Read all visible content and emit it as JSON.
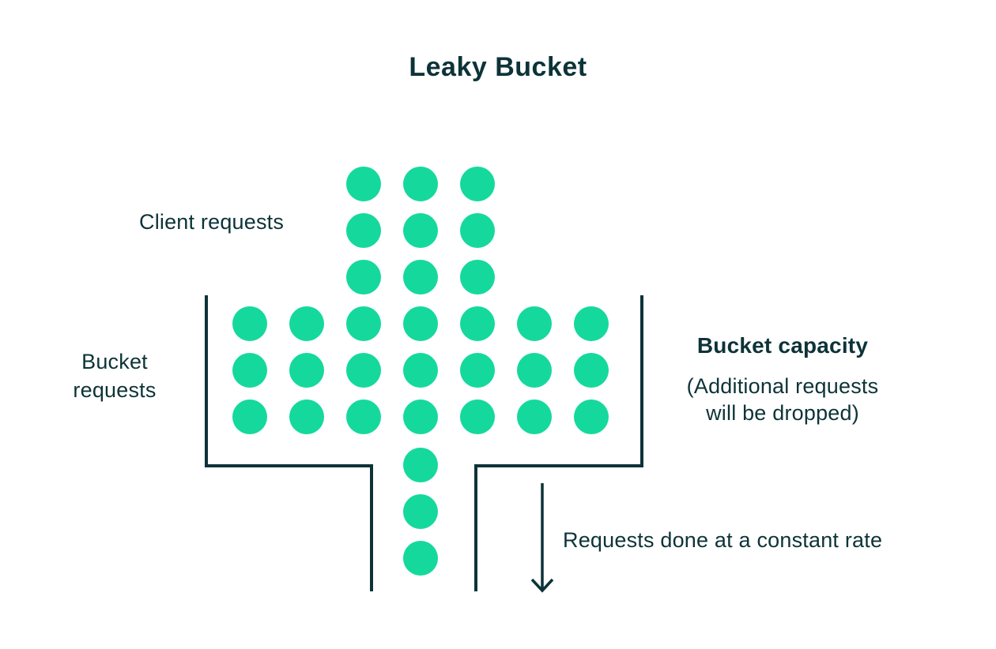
{
  "title": "Leaky Bucket",
  "colors": {
    "dot": "#15d99c",
    "line": "#0d3338",
    "text": "#0d3338",
    "background": "#ffffff"
  },
  "labels": {
    "client_requests": "Client requests",
    "bucket_requests_lines": [
      "Bucket",
      "requests"
    ],
    "bucket_capacity": "Bucket capacity",
    "capacity_note_lines": [
      "(Additional requests",
      "will be dropped)"
    ],
    "flow_rate": "Requests done at a constant rate"
  },
  "diagram": {
    "dot_diameter": 44,
    "dot_groups": [
      {
        "name": "client-request-dot",
        "col_centers": [
          460,
          532,
          604
        ],
        "row_centers": [
          233,
          292,
          351
        ]
      },
      {
        "name": "bucket-request-dot",
        "col_centers": [
          316,
          388,
          460,
          532,
          604,
          676,
          748
        ],
        "row_centers": [
          410,
          469,
          528
        ]
      },
      {
        "name": "leak-dot",
        "col_centers": [
          532
        ],
        "row_centers": [
          589,
          648,
          707
        ]
      }
    ],
    "counts": {
      "client_requests": 9,
      "bucket_requests": 21,
      "leaking_requests": 3
    }
  }
}
